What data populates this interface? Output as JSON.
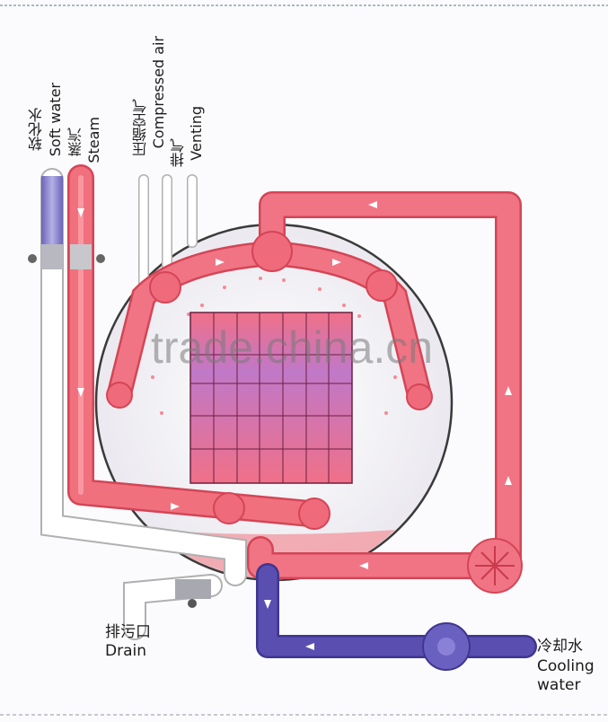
{
  "labels": {
    "soft_water_cn": "软化水",
    "soft_water_en": "Soft water",
    "steam_cn": "蒸汽",
    "steam_en": "Steam",
    "compressed_air_cn": "压缩空气",
    "compressed_air_en": "Compressed air",
    "venting_cn": "排气",
    "venting_en": "Venting",
    "drain_cn": "排污口",
    "drain_en": "Drain",
    "cooling_water_cn": "冷却水",
    "cooling_water_line1": "Cooling",
    "cooling_water_line2": "water"
  },
  "watermark": "trade.china.cn",
  "colors": {
    "steam_pipe": "#f06c7a",
    "soft_water_pipe": "#8a86c8",
    "cooling_water_pipe": "#5a4fb0",
    "utility_pipe": "#ffffff",
    "vessel_fill": "#f0eef3",
    "product_rack": "#d87ab4"
  },
  "icons": {
    "flow_arrow": "triangle-arrow-icon",
    "pump": "pump-icon",
    "valve": "valve-icon"
  }
}
